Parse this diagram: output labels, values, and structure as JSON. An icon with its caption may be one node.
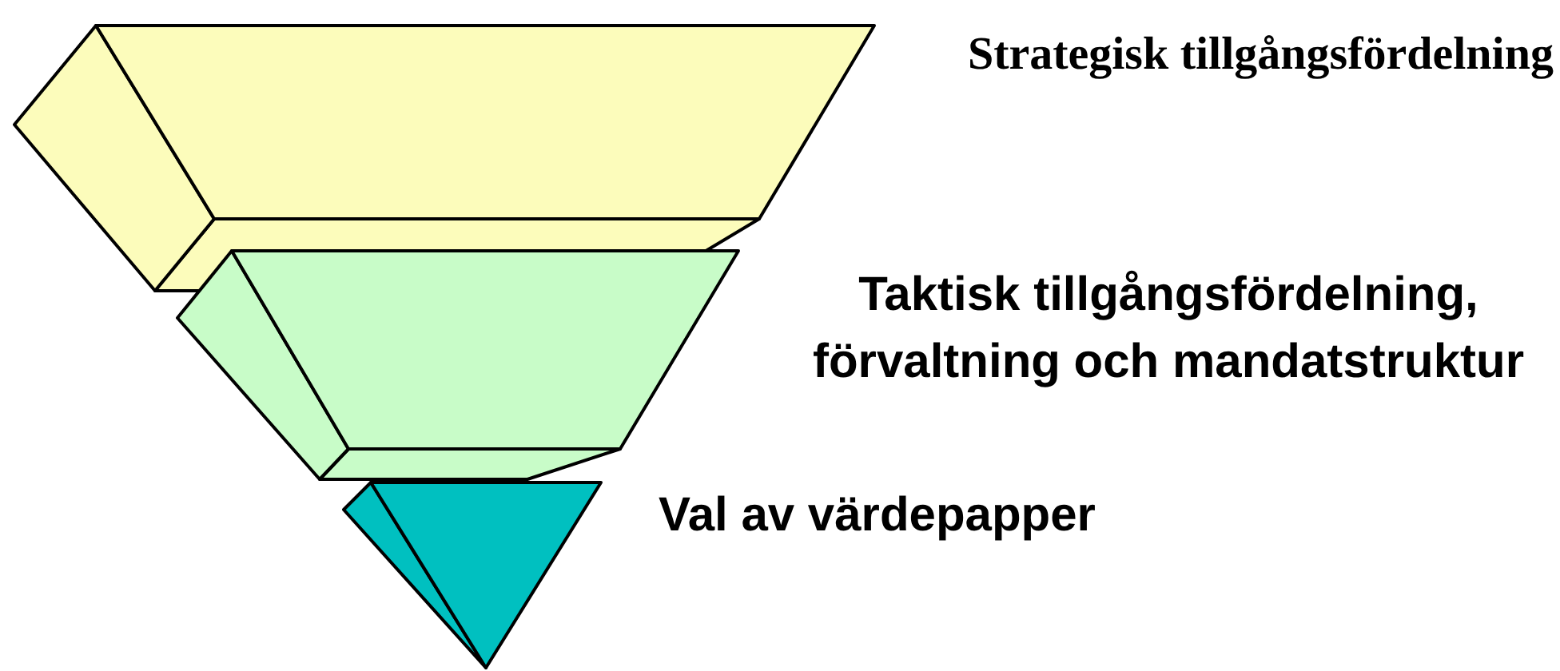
{
  "diagram": {
    "nodes": [
      {
        "text": [],
        "shape": "trapezoid",
        "beside": [
          "Strategisk tillgångsfördelning"
        ]
      },
      {
        "text": [],
        "shape": "trapezoid",
        "beside": [
          "Taktisk tillgångsfördelning, förvaltning och mandatstruktur"
        ]
      },
      {
        "text": [],
        "shape": "triangle",
        "beside": [
          "Val av värdepapper"
        ]
      }
    ]
  }
}
